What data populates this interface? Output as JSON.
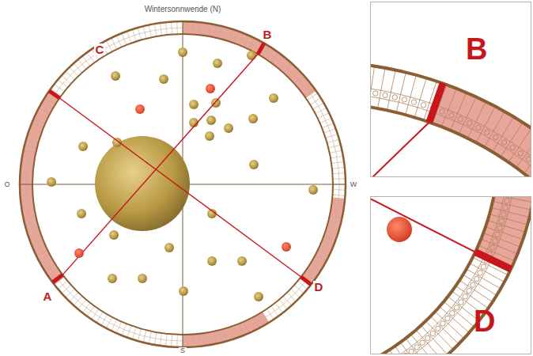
{
  "diagram": {
    "nodes": [
      {
        "text": [
          "B"
        ]
      },
      {
        "text": [
          "D"
        ]
      }
    ],
    "labels": [
      "Wintersonnwende (N)",
      "O",
      "W",
      "S",
      "A",
      "B",
      "C",
      "D"
    ]
  }
}
